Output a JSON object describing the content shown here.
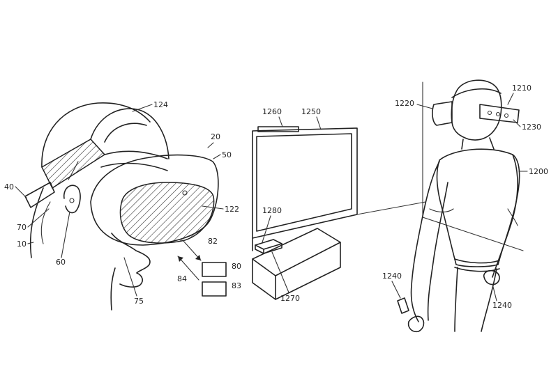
{
  "figure": {
    "stroke_color": "#222222",
    "hatch_color": "#333333",
    "background": "#ffffff"
  },
  "labels": {
    "l124": "124",
    "l20": "20",
    "l50": "50",
    "l40": "40",
    "l122": "122",
    "l70": "70",
    "l10": "10",
    "l60": "60",
    "l75": "75",
    "l82": "82",
    "l80": "80",
    "l83": "83",
    "l84": "84",
    "l1260": "1260",
    "l1250": "1250",
    "l1280": "1280",
    "l1270": "1270",
    "l1210": "1210",
    "l1220": "1220",
    "l1230": "1230",
    "l1200": "1200",
    "l1240a": "1240",
    "l1240b": "1240"
  }
}
